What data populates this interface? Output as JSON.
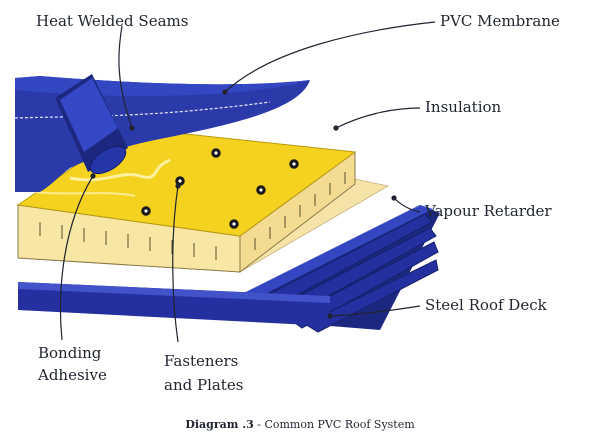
{
  "labels": {
    "heat_welded_seams": "Heat Welded Seams",
    "pvc_membrane": "PVC Membrane",
    "insulation": "Insulation",
    "vapour_retarder": "Vapour Retarder",
    "steel_roof_deck": "Steel Roof Deck",
    "bonding_adhesive_line1": "Bonding",
    "bonding_adhesive_line2": "Adhesive",
    "fasteners_line1": "Fasteners",
    "fasteners_line2": "and Plates"
  },
  "caption": {
    "prefix": "Diagram .3",
    "separator": " - ",
    "text": "Common PVC Roof System"
  },
  "colors": {
    "membrane": "#2a3aa8",
    "membrane_dark": "#1c2880",
    "insulation_top": "#f5d21f",
    "insulation_side": "#f8e6a4",
    "vapour_retarder": "#f6e3a8",
    "deck": "#2430a0",
    "text": "#1f2430"
  }
}
